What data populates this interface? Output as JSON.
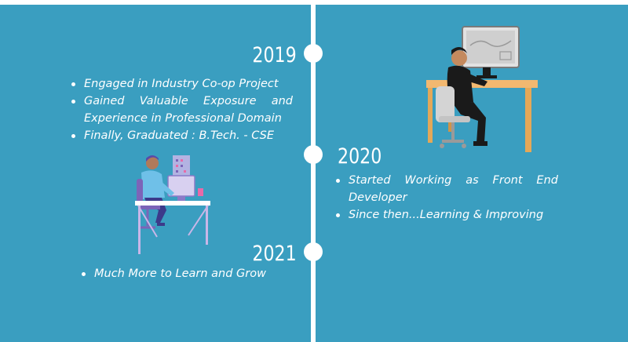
{
  "timeline": [
    {
      "year": "2019",
      "items": [
        "Engaged in Industry Co-op Project",
        "Gained Valuable Exposure and Experience in Professional Domain",
        "Finally, Graduated : B.Tech. - CSE"
      ]
    },
    {
      "year": "2020",
      "items": [
        "Started Working as Front End Developer",
        "Since then...Learning & Improving"
      ]
    },
    {
      "year": "2021",
      "items": [
        "Much More to Learn and Grow"
      ]
    }
  ],
  "colors": {
    "background": "#3a9ec0",
    "line": "#ffffff",
    "text": "#ffffff"
  }
}
